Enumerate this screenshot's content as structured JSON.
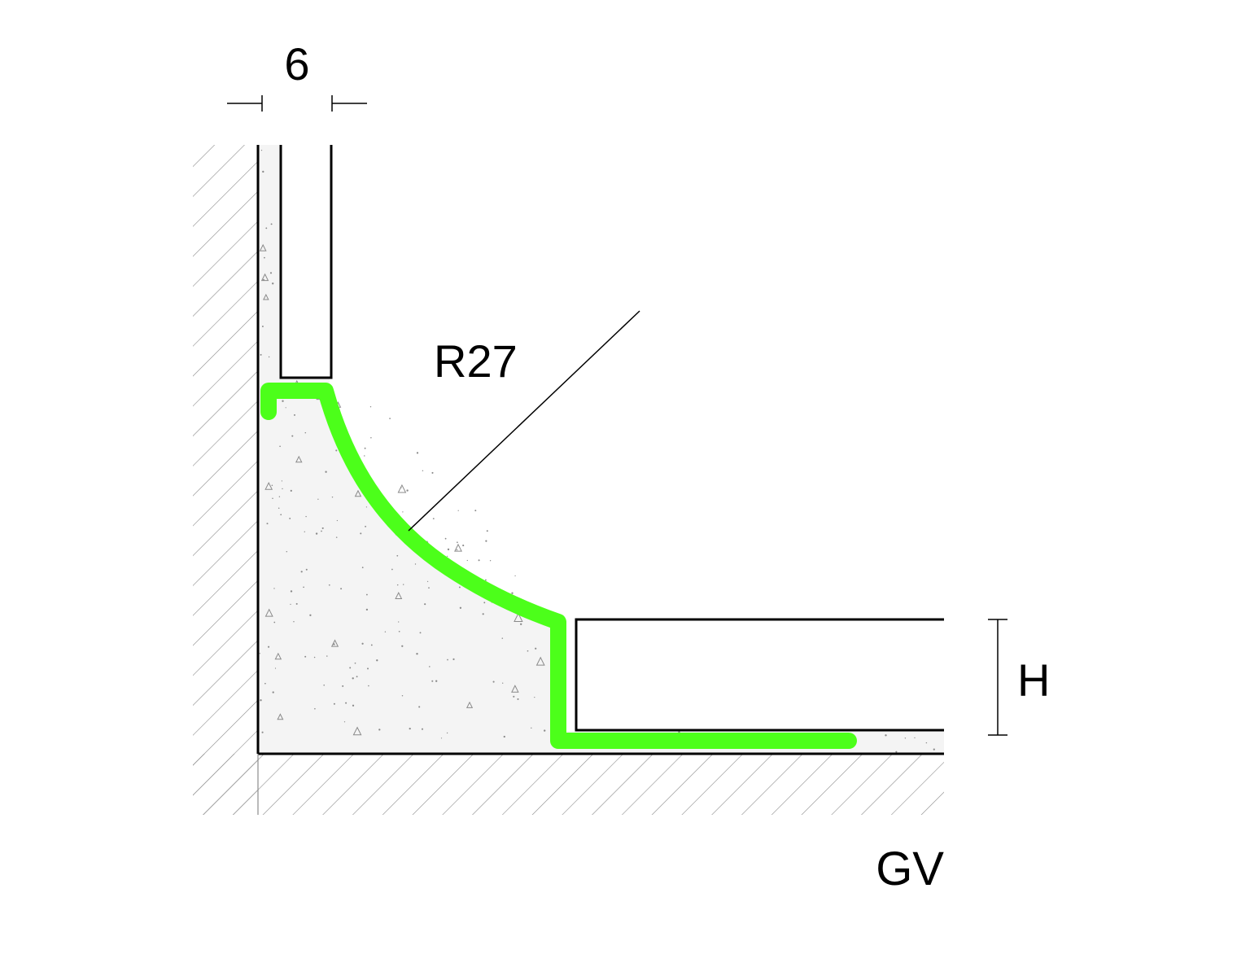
{
  "labels": {
    "joint_width": "6",
    "radius": "R27",
    "height": "H",
    "profile_code": "GV"
  },
  "colors": {
    "profile": "#4cff1a",
    "outline": "#000000",
    "hatch": "#8c8c8c",
    "fill_dots": "#8a8a8a",
    "background": "#ffffff"
  }
}
